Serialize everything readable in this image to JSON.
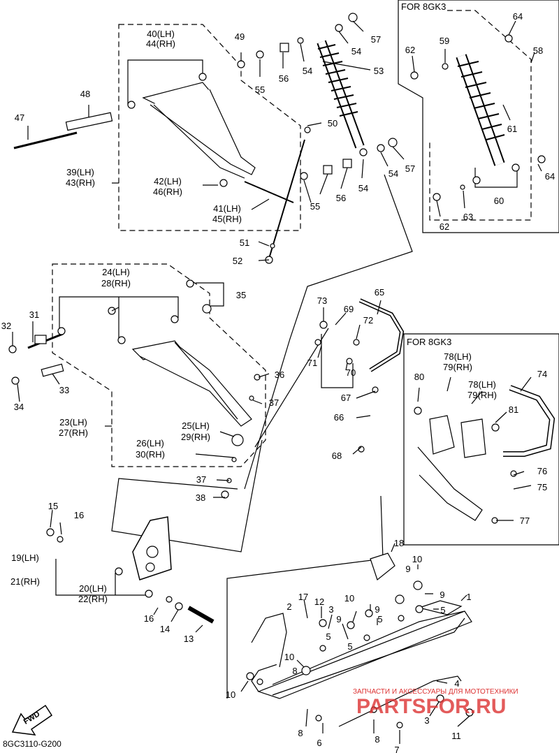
{
  "diagram_code": "8GC3110-G200",
  "fwd_label": "FWD",
  "inset_top_title": "FOR 8GK3",
  "inset_bottom_title": "FOR 8GK3",
  "watermark_top": "ЗАПЧАСТИ И АКСЕССУАРЫ ДЛЯ МОТОТЕХНИКИ",
  "watermark_logo": "PARTSFOR.RU",
  "callouts": [
    {
      "id": "c40",
      "text": "40(LH)"
    },
    {
      "id": "c44",
      "text": "44(RH)"
    },
    {
      "id": "c49",
      "text": "49"
    },
    {
      "id": "c57a",
      "text": "57"
    },
    {
      "id": "c54a",
      "text": "54"
    },
    {
      "id": "c54b",
      "text": "54"
    },
    {
      "id": "c56a",
      "text": "56"
    },
    {
      "id": "c55a",
      "text": "55"
    },
    {
      "id": "c53",
      "text": "53"
    },
    {
      "id": "c48",
      "text": "48"
    },
    {
      "id": "c47",
      "text": "47"
    },
    {
      "id": "c39",
      "text": "39(LH)"
    },
    {
      "id": "c43",
      "text": "43(RH)"
    },
    {
      "id": "c42",
      "text": "42(LH)"
    },
    {
      "id": "c46",
      "text": "46(RH)"
    },
    {
      "id": "c41",
      "text": "41(LH)"
    },
    {
      "id": "c45",
      "text": "45(RH)"
    },
    {
      "id": "c50",
      "text": "50"
    },
    {
      "id": "c57b",
      "text": "57"
    },
    {
      "id": "c54c",
      "text": "54"
    },
    {
      "id": "c54d",
      "text": "54"
    },
    {
      "id": "c56b",
      "text": "56"
    },
    {
      "id": "c55b",
      "text": "55"
    },
    {
      "id": "c51",
      "text": "51"
    },
    {
      "id": "c52",
      "text": "52"
    },
    {
      "id": "c64a",
      "text": "64"
    },
    {
      "id": "c62a",
      "text": "62"
    },
    {
      "id": "c59",
      "text": "59"
    },
    {
      "id": "c58",
      "text": "58"
    },
    {
      "id": "c61",
      "text": "61"
    },
    {
      "id": "c64b",
      "text": "64"
    },
    {
      "id": "c60",
      "text": "60"
    },
    {
      "id": "c62b",
      "text": "62"
    },
    {
      "id": "c63",
      "text": "63"
    },
    {
      "id": "c24",
      "text": "24(LH)"
    },
    {
      "id": "c28",
      "text": "28(RH)"
    },
    {
      "id": "c35",
      "text": "35"
    },
    {
      "id": "c32",
      "text": "32"
    },
    {
      "id": "c31",
      "text": "31"
    },
    {
      "id": "c33",
      "text": "33"
    },
    {
      "id": "c34",
      "text": "34"
    },
    {
      "id": "c36",
      "text": "36"
    },
    {
      "id": "c37a",
      "text": "37"
    },
    {
      "id": "c23",
      "text": "23(LH)"
    },
    {
      "id": "c27",
      "text": "27(RH)"
    },
    {
      "id": "c25",
      "text": "25(LH)"
    },
    {
      "id": "c29",
      "text": "29(RH)"
    },
    {
      "id": "c26",
      "text": "26(LH)"
    },
    {
      "id": "c30",
      "text": "30(RH)"
    },
    {
      "id": "c37b",
      "text": "37"
    },
    {
      "id": "c38",
      "text": "38"
    },
    {
      "id": "c73",
      "text": "73"
    },
    {
      "id": "c69",
      "text": "69"
    },
    {
      "id": "c65",
      "text": "65"
    },
    {
      "id": "c72",
      "text": "72"
    },
    {
      "id": "c71",
      "text": "71"
    },
    {
      "id": "c70",
      "text": "70"
    },
    {
      "id": "c67",
      "text": "67"
    },
    {
      "id": "c66",
      "text": "66"
    },
    {
      "id": "c68",
      "text": "68"
    },
    {
      "id": "c78a",
      "text": "78(LH)"
    },
    {
      "id": "c79a",
      "text": "79(RH)"
    },
    {
      "id": "c80",
      "text": "80"
    },
    {
      "id": "c78b",
      "text": "78(LH)"
    },
    {
      "id": "c79b",
      "text": "79(RH)"
    },
    {
      "id": "c74",
      "text": "74"
    },
    {
      "id": "c81",
      "text": "81"
    },
    {
      "id": "c76",
      "text": "76"
    },
    {
      "id": "c75",
      "text": "75"
    },
    {
      "id": "c77",
      "text": "77"
    },
    {
      "id": "c15",
      "text": "15"
    },
    {
      "id": "c16a",
      "text": "16"
    },
    {
      "id": "c19",
      "text": "19(LH)"
    },
    {
      "id": "c21",
      "text": "21(RH)"
    },
    {
      "id": "c20",
      "text": "20(LH)"
    },
    {
      "id": "c22",
      "text": "22(RH)"
    },
    {
      "id": "c16b",
      "text": "16"
    },
    {
      "id": "c14",
      "text": "14"
    },
    {
      "id": "c13",
      "text": "13"
    },
    {
      "id": "c18",
      "text": "18"
    },
    {
      "id": "c10a",
      "text": "10"
    },
    {
      "id": "c9a",
      "text": "9"
    },
    {
      "id": "c9b",
      "text": "9"
    },
    {
      "id": "c5a",
      "text": "5"
    },
    {
      "id": "c1",
      "text": "1"
    },
    {
      "id": "c17",
      "text": "17"
    },
    {
      "id": "c12",
      "text": "12"
    },
    {
      "id": "c10b",
      "text": "10"
    },
    {
      "id": "c9c",
      "text": "9"
    },
    {
      "id": "c2",
      "text": "2"
    },
    {
      "id": "c3a",
      "text": "3"
    },
    {
      "id": "c9d",
      "text": "9"
    },
    {
      "id": "c5b",
      "text": "5"
    },
    {
      "id": "c5c",
      "text": "5"
    },
    {
      "id": "c5d",
      "text": "5"
    },
    {
      "id": "c10c",
      "text": "10"
    },
    {
      "id": "c8a",
      "text": "8"
    },
    {
      "id": "c10d",
      "text": "10"
    },
    {
      "id": "c4",
      "text": "4"
    },
    {
      "id": "c3b",
      "text": "3"
    },
    {
      "id": "c11",
      "text": "11"
    },
    {
      "id": "c8b",
      "text": "8"
    },
    {
      "id": "c6",
      "text": "6"
    },
    {
      "id": "c8c",
      "text": "8"
    },
    {
      "id": "c7",
      "text": "7"
    }
  ]
}
